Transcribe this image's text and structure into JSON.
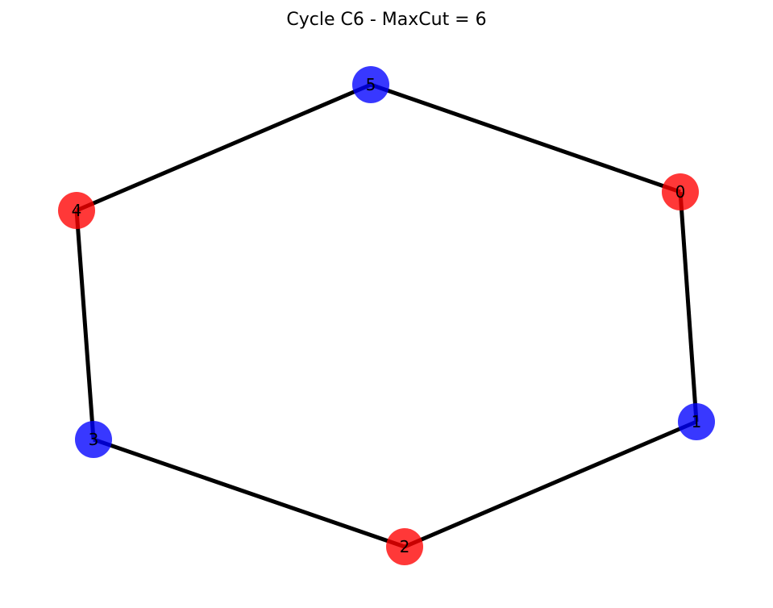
{
  "figure": {
    "title": "Cycle C6 - MaxCut = 6"
  },
  "graph": {
    "nodes": [
      {
        "id": "0",
        "label": "0",
        "partition": "red"
      },
      {
        "id": "1",
        "label": "1",
        "partition": "blue"
      },
      {
        "id": "2",
        "label": "2",
        "partition": "red"
      },
      {
        "id": "3",
        "label": "3",
        "partition": "blue"
      },
      {
        "id": "4",
        "label": "4",
        "partition": "red"
      },
      {
        "id": "5",
        "label": "5",
        "partition": "blue"
      }
    ],
    "edges": [
      [
        "0",
        "1"
      ],
      [
        "1",
        "2"
      ],
      [
        "2",
        "3"
      ],
      [
        "3",
        "4"
      ],
      [
        "4",
        "5"
      ],
      [
        "5",
        "0"
      ]
    ]
  },
  "colors": {
    "red": "#ff0000",
    "blue": "#0000ff",
    "edge": "#000000"
  }
}
